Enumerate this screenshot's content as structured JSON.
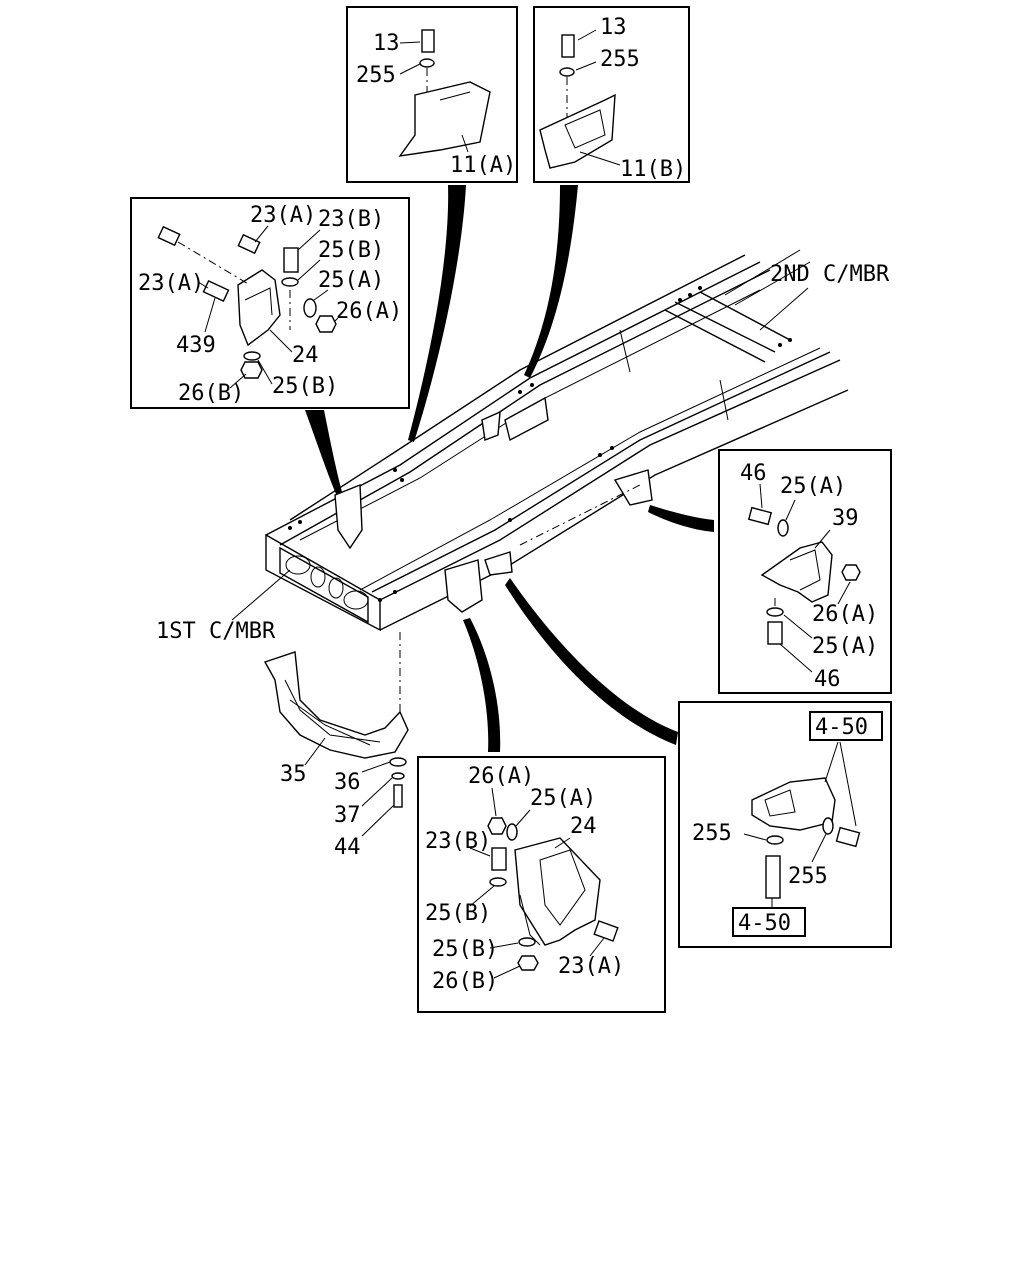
{
  "frame_labels": {
    "second_crossmember": "2ND C/MBR",
    "first_crossmember": "1ST C/MBR"
  },
  "box_11a": {
    "bolt": "13",
    "washer": "255",
    "bracket": "11(A)"
  },
  "box_11b": {
    "bolt": "13",
    "washer": "255",
    "bracket": "11(B)"
  },
  "box_front_left": {
    "bolt_a_top": "23(A)",
    "bolt_b_top": "23(B)",
    "washer_b_top": "25(B)",
    "washer_a": "25(A)",
    "bolt_a_left": "23(A)",
    "nut_a": "26(A)",
    "stud": "439",
    "bracket": "24",
    "nut_b": "26(B)",
    "washer_b_bottom": "25(B)"
  },
  "box_right_mount": {
    "bolt_top": "46",
    "washer_top": "25(A)",
    "bracket": "39",
    "nut": "26(A)",
    "washer_bottom": "25(A)",
    "bolt_bottom": "46"
  },
  "box_ref": {
    "ref_top": "4-50",
    "washer_left": "255",
    "washer_right": "255",
    "ref_bottom": "4-50"
  },
  "box_bottom_center": {
    "nut_a": "26(A)",
    "washer_a": "25(A)",
    "bracket": "24",
    "bolt_b": "23(B)",
    "washer_b_upper": "25(B)",
    "washer_b_lower": "25(B)",
    "bolt_a": "23(A)",
    "nut_b": "26(B)"
  },
  "skid_parts": {
    "bracket": "35",
    "washer_1": "36",
    "washer_2": "37",
    "bolt": "44"
  }
}
